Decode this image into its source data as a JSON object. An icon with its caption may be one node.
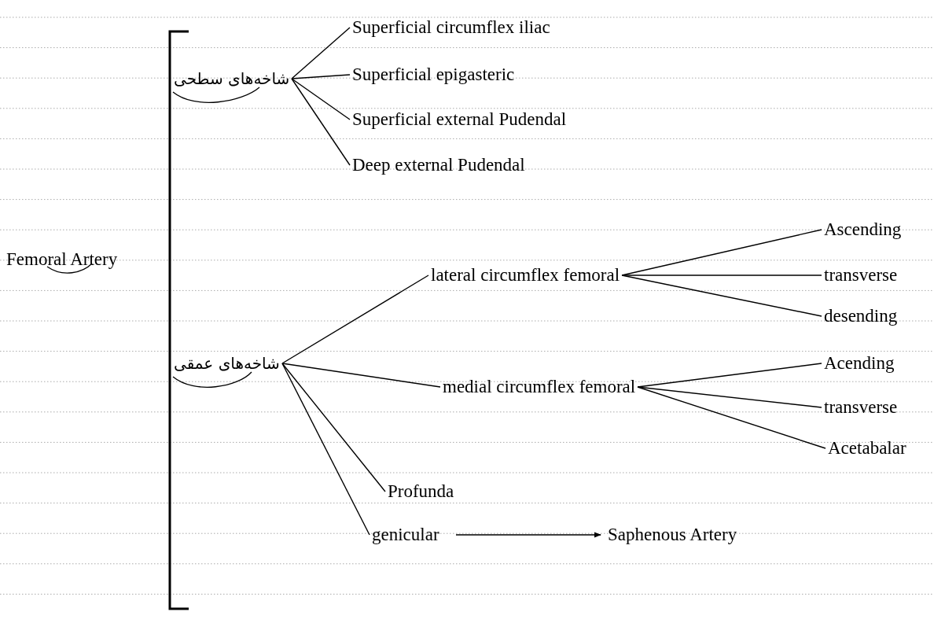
{
  "diagram": {
    "nodes": [
      {
        "text": [
          "Femoral Artery"
        ]
      },
      {
        "text": [],
        "shape": "bar"
      },
      {
        "text": [
          "شاخه‌های سطحی"
        ]
      },
      {
        "text": [
          "Superficial circumflex iliac"
        ]
      },
      {
        "text": [
          "Superficial epigasteric"
        ]
      },
      {
        "text": [
          "Superficial external Pudendal"
        ]
      },
      {
        "text": [
          "Deep external Pudendal"
        ]
      },
      {
        "text": [
          "شاخه‌های عمقی"
        ]
      },
      {
        "text": [
          "lateral circumflex femoral"
        ]
      },
      {
        "text": [
          "Ascending"
        ]
      },
      {
        "text": [
          "transverse"
        ]
      },
      {
        "text": [
          "desending"
        ]
      },
      {
        "text": [
          "medial circumflex femoral"
        ]
      },
      {
        "text": [
          "Acending"
        ]
      },
      {
        "text": [
          "transverse"
        ]
      },
      {
        "text": [
          "Acetabalar"
        ]
      },
      {
        "text": [
          "Profunda"
        ]
      },
      {
        "text": [
          "genicular"
        ]
      },
      {
        "text": [
          "Saphenous Artery"
        ]
      }
    ],
    "edges": [
      {
        "from": 2,
        "to": 3,
        "arrow": "none"
      },
      {
        "from": 2,
        "to": 4,
        "arrow": "none"
      },
      {
        "from": 2,
        "to": 5,
        "arrow": "none"
      },
      {
        "from": 2,
        "to": 6,
        "arrow": "none"
      },
      {
        "from": 7,
        "to": 8,
        "arrow": "none"
      },
      {
        "from": 7,
        "to": 12,
        "arrow": "none"
      },
      {
        "from": 7,
        "to": 16,
        "arrow": "none"
      },
      {
        "from": 7,
        "to": 17,
        "arrow": "none"
      },
      {
        "from": 8,
        "to": 9,
        "arrow": "none"
      },
      {
        "from": 8,
        "to": 10,
        "arrow": "none"
      },
      {
        "from": 8,
        "to": 11,
        "arrow": "none"
      },
      {
        "from": 12,
        "to": 13,
        "arrow": "none"
      },
      {
        "from": 12,
        "to": 14,
        "arrow": "none"
      },
      {
        "from": 12,
        "to": 15,
        "arrow": "none"
      },
      {
        "from": 17,
        "to": 18,
        "arrow": "to"
      }
    ]
  }
}
